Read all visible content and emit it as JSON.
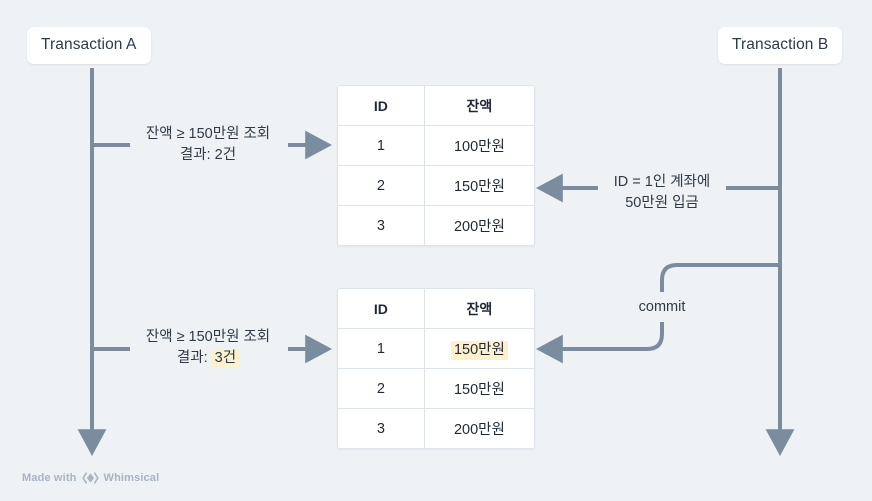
{
  "canvas": {
    "background": "#eef2f5",
    "line_color": "#7b8c9e",
    "highlight_color": "#fdf0cd",
    "text_color": "#2d3b48"
  },
  "lifelines": {
    "a": {
      "label": "Transaction A"
    },
    "b": {
      "label": "Transaction B"
    }
  },
  "tables": [
    {
      "id": "table-1",
      "headers": [
        "ID",
        "잔액"
      ],
      "rows": [
        {
          "id": "1",
          "balance": "100만원",
          "highlight": false
        },
        {
          "id": "2",
          "balance": "150만원",
          "highlight": false
        },
        {
          "id": "3",
          "balance": "200만원",
          "highlight": false
        }
      ]
    },
    {
      "id": "table-2",
      "headers": [
        "ID",
        "잔액"
      ],
      "rows": [
        {
          "id": "1",
          "balance": "150만원",
          "highlight": true
        },
        {
          "id": "2",
          "balance": "150만원",
          "highlight": false
        },
        {
          "id": "3",
          "balance": "200만원",
          "highlight": false
        }
      ]
    }
  ],
  "messages": {
    "query_1": {
      "line1": "잔액 ≥ 150만원 조회",
      "line2_prefix": "결과: ",
      "line2_value": "2건",
      "highlight": false
    },
    "query_2": {
      "line1": "잔액 ≥ 150만원 조회",
      "line2_prefix": "결과: ",
      "line2_value": "3건",
      "highlight": true
    },
    "deposit": {
      "line1": "ID = 1인 계좌에",
      "line2": "50만원 입금"
    },
    "commit": {
      "label": "commit"
    }
  },
  "watermark": {
    "prefix": "Made with",
    "brand": "Whimsical",
    "logo": "whimsical-diamond-icon"
  }
}
